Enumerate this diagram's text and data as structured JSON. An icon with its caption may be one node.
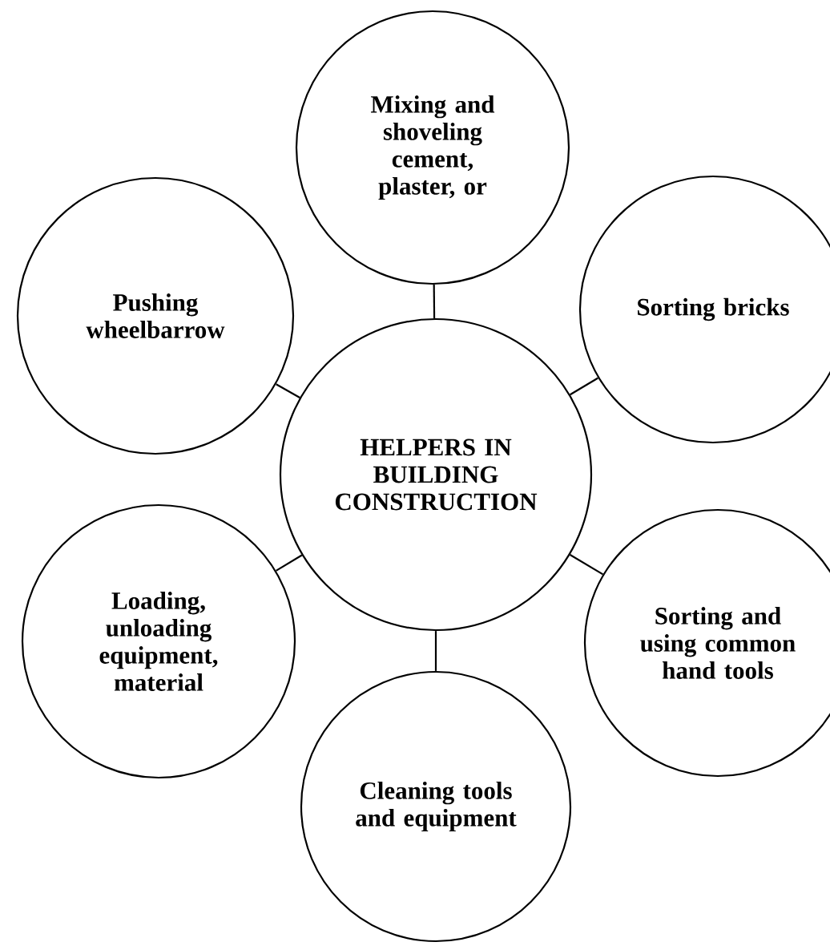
{
  "diagram": {
    "nodes": [
      {
        "text": [
          "Mixing and shoveling cement, plaster, or"
        ]
      },
      {
        "text": [
          "Pushing wheelbarrow"
        ]
      },
      {
        "text": [
          "HELPERS IN BUILDING CONSTRUCTION"
        ]
      },
      {
        "text": [
          "Sorting bricks"
        ]
      },
      {
        "text": [
          "Loading, unloading equipment, material"
        ]
      },
      {
        "text": [
          "Sorting and using common hand tools"
        ]
      },
      {
        "text": [
          "Cleaning tools and equipment"
        ]
      }
    ],
    "edges": [
      {
        "from": 2,
        "to": 0,
        "arrow": "none"
      },
      {
        "from": 2,
        "to": 1,
        "arrow": "none"
      },
      {
        "from": 2,
        "to": 3,
        "arrow": "none"
      },
      {
        "from": 2,
        "to": 4,
        "arrow": "none"
      },
      {
        "from": 2,
        "to": 5,
        "arrow": "none"
      },
      {
        "from": 2,
        "to": 6,
        "arrow": "none"
      }
    ]
  }
}
